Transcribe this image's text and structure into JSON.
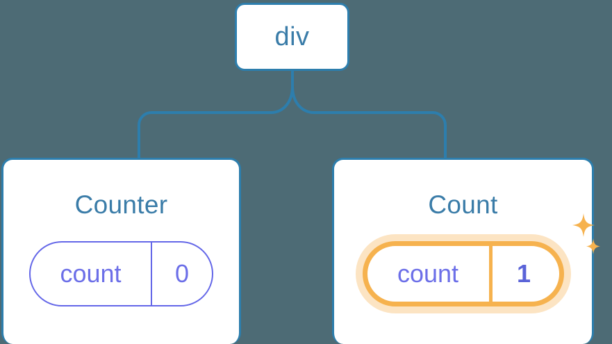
{
  "diagram": {
    "type": "component-tree",
    "background_color": "#4d6b75",
    "node_border_color": "#2d7ead",
    "node_text_color": "#3a7ca8",
    "state_color": "#6c6fe8",
    "highlight_color": "#f6b24e",
    "highlight_glow_color": "#fbdfb4",
    "root": {
      "label": "div"
    },
    "children": [
      {
        "title": "Counter",
        "state": {
          "key": "count",
          "value": "0"
        },
        "highlighted": false
      },
      {
        "title": "Count",
        "state": {
          "key": "count",
          "value": "1"
        },
        "highlighted": true
      }
    ],
    "icons": {
      "sparkle_large": "sparkle-icon",
      "sparkle_small": "sparkle-small-icon"
    }
  }
}
